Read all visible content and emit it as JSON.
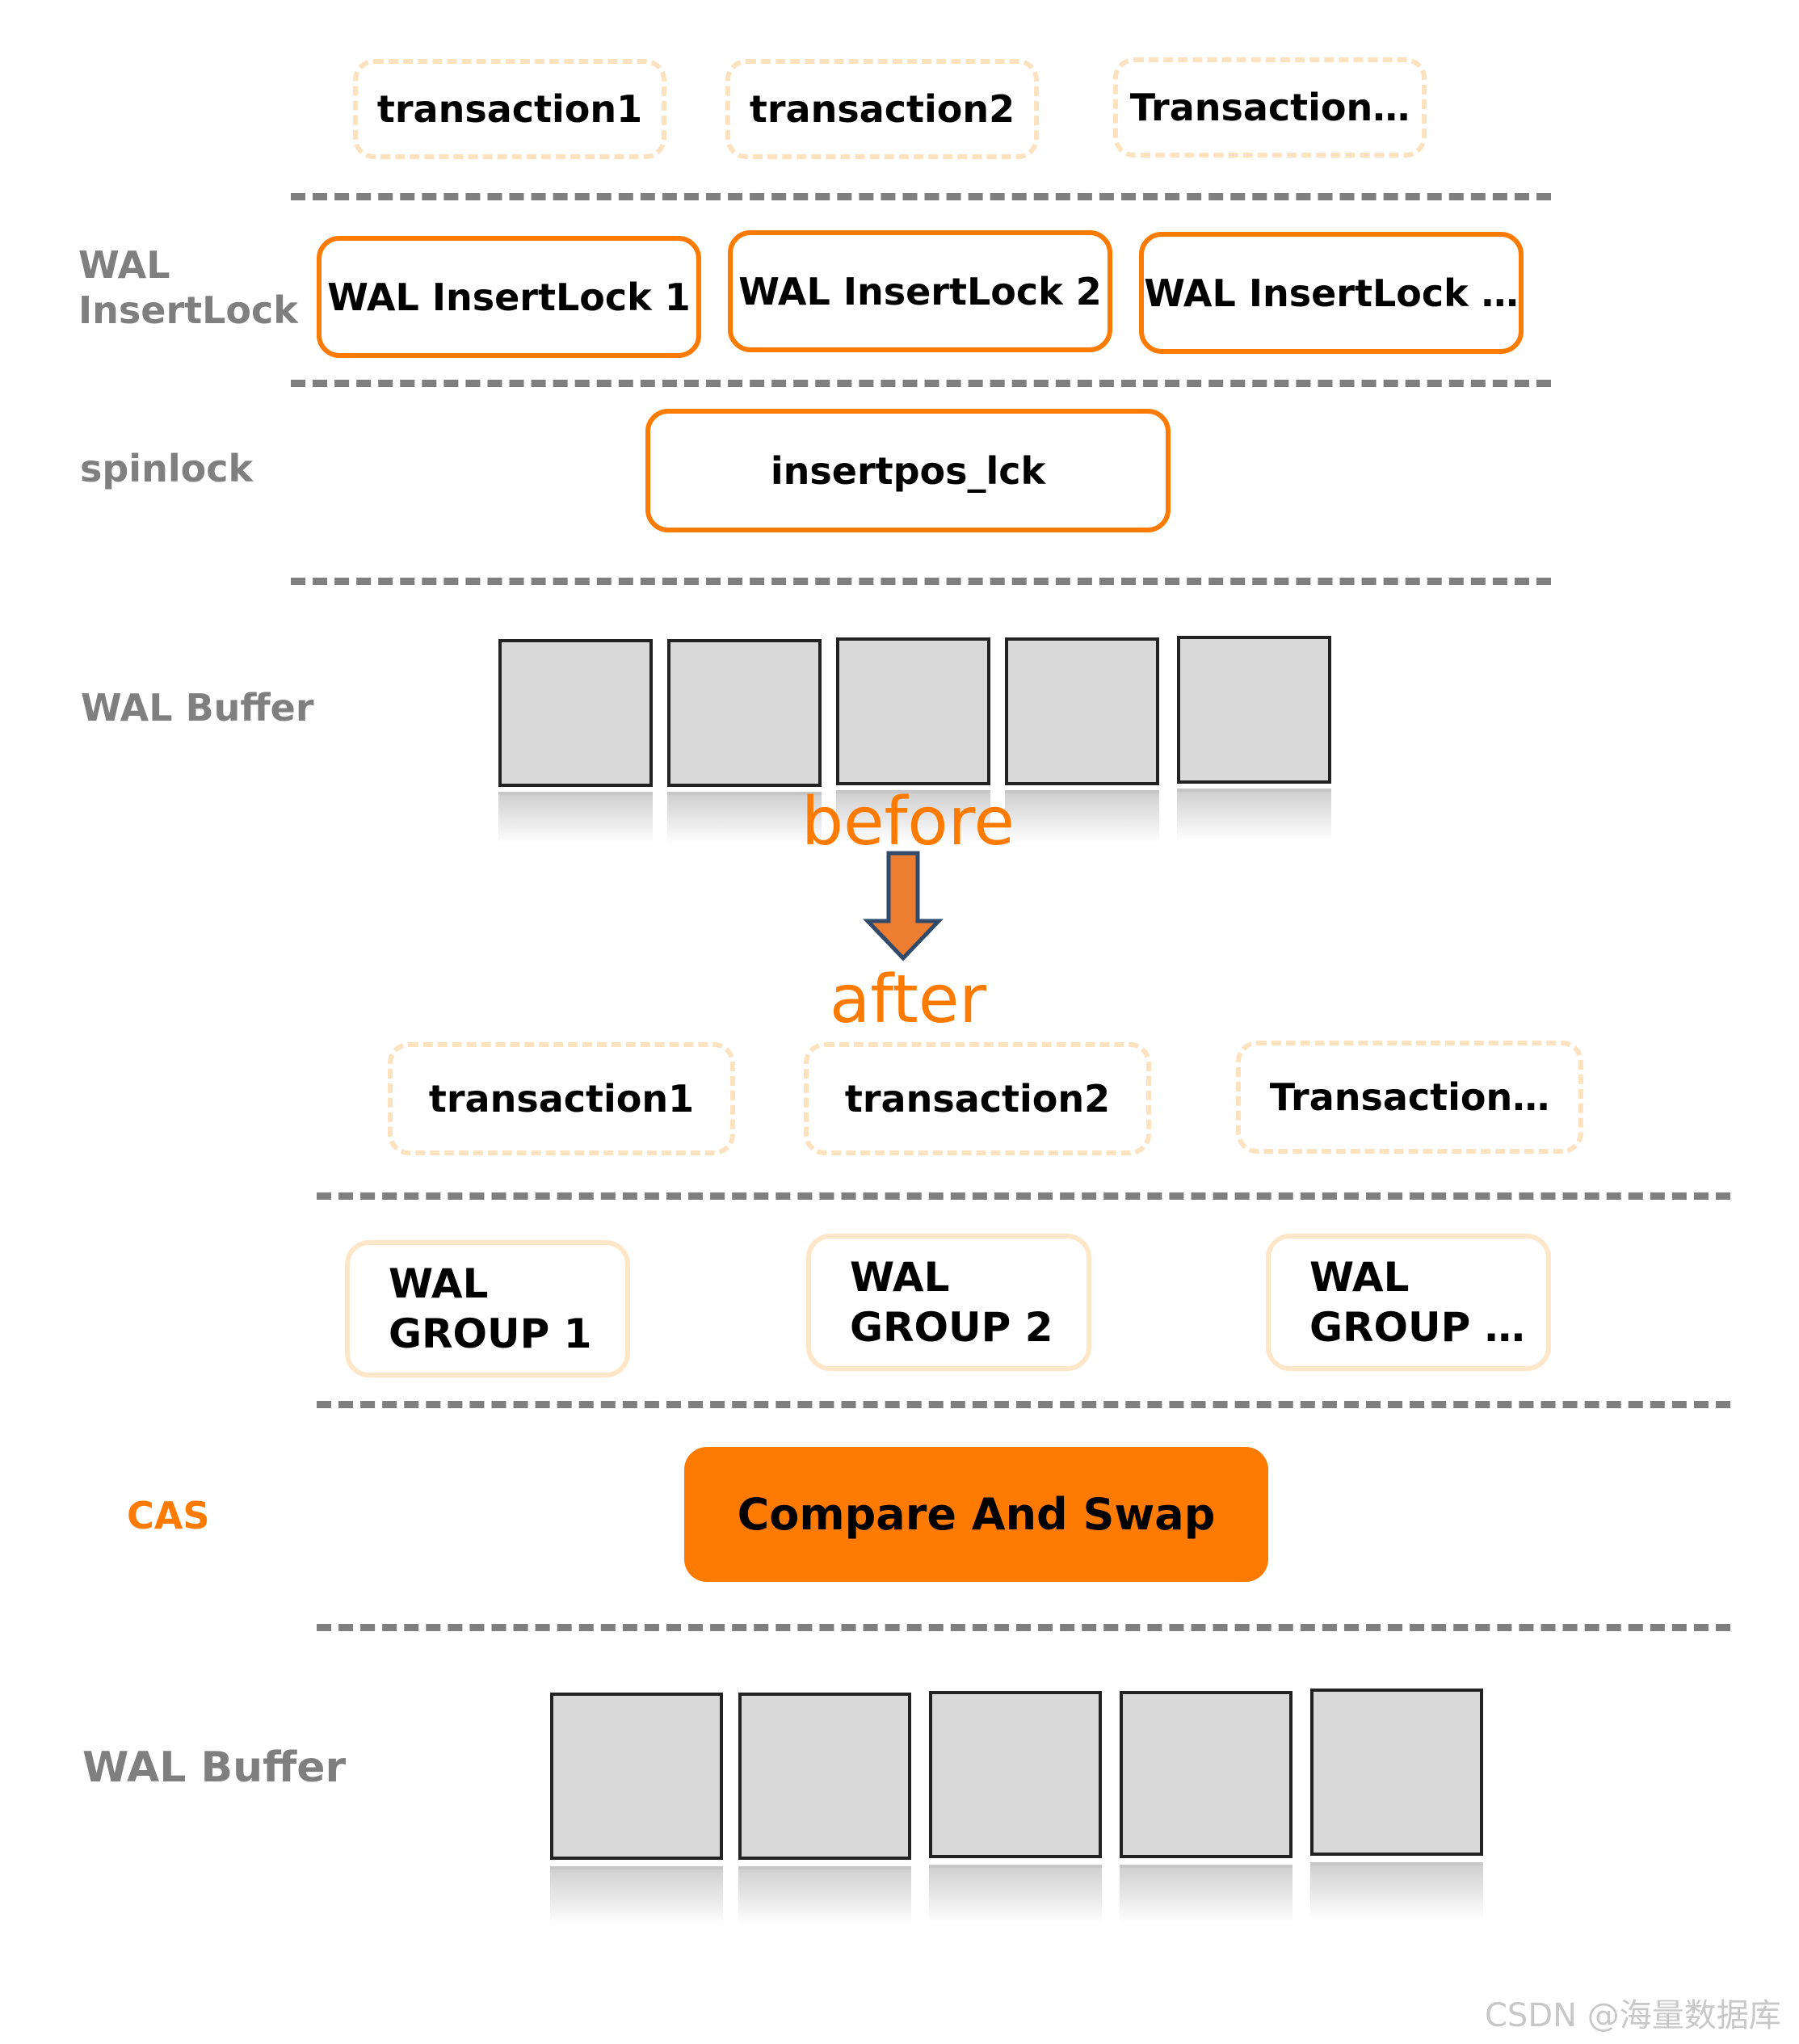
{
  "before": {
    "transactions": [
      "transaction1",
      "transaction2",
      "Transaction…"
    ],
    "rows": {
      "wal_insertlock": "WAL\nInsertLock",
      "spinlock": "spinlock",
      "wal_buffer": "WAL Buffer"
    },
    "insertlocks": [
      "WAL InsertLock 1",
      "WAL InsertLock 2",
      "WAL InsertLock …"
    ],
    "spinlock_box": "insertpos_lck",
    "buffer_cells": 5
  },
  "phase_labels": {
    "before": "before",
    "after": "after"
  },
  "after": {
    "transactions": [
      "transaction1",
      "transaction2",
      "Transaction…"
    ],
    "groups": [
      "WAL\nGROUP 1",
      "WAL\nGROUP 2",
      "WAL\nGROUP …"
    ],
    "rows": {
      "cas": "CAS",
      "wal_buffer": "WAL Buffer"
    },
    "cas_box": "Compare And Swap",
    "buffer_cells": 5
  },
  "watermark": "CSDN @海量数据库",
  "colors": {
    "accent": "#ff7a00",
    "label_gray": "#7f7f7f",
    "txn_border": "#fde2c0",
    "cell_fill": "#d9d9d9",
    "arrow_fill": "#ed7d31",
    "arrow_stroke": "#2f4a6b"
  }
}
